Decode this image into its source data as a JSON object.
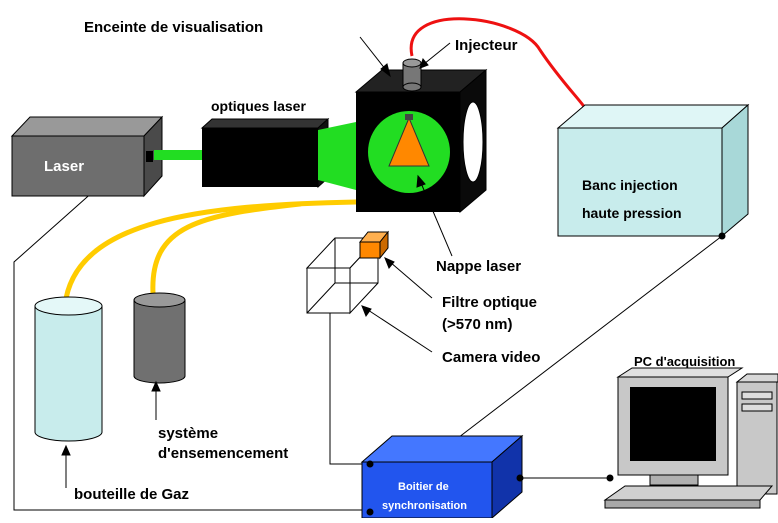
{
  "labels": {
    "enceinte": "Enceinte de visualisation",
    "injecteur": "Injecteur",
    "optiques": "optiques laser",
    "laser": "Laser",
    "banc_line1": "Banc injection",
    "banc_line2": "haute pression",
    "nappe": "Nappe laser",
    "filtre_line1": "Filtre optique",
    "filtre_line2": "(>570 nm)",
    "camera": "Camera video",
    "pc": "PC d'acquisition",
    "systeme_line1": "système",
    "systeme_line2": "d'ensemencement",
    "bouteille": "bouteille de Gaz",
    "boitier_line1": "Boitier de",
    "boitier_line2": "synchronisation"
  },
  "colors": {
    "laser_box": "#6e6e6e",
    "laser_beam": "#22dd22",
    "chamber": "#000000",
    "spray": "#ff8800",
    "gas_cable": "#ffcc00",
    "injector_pipe": "#ee1111",
    "bench": "#c8ecec",
    "bottle": "#c8ecec",
    "seeder": "#707070",
    "sync_box": "#2255ee",
    "pc_screen": "#000000"
  }
}
